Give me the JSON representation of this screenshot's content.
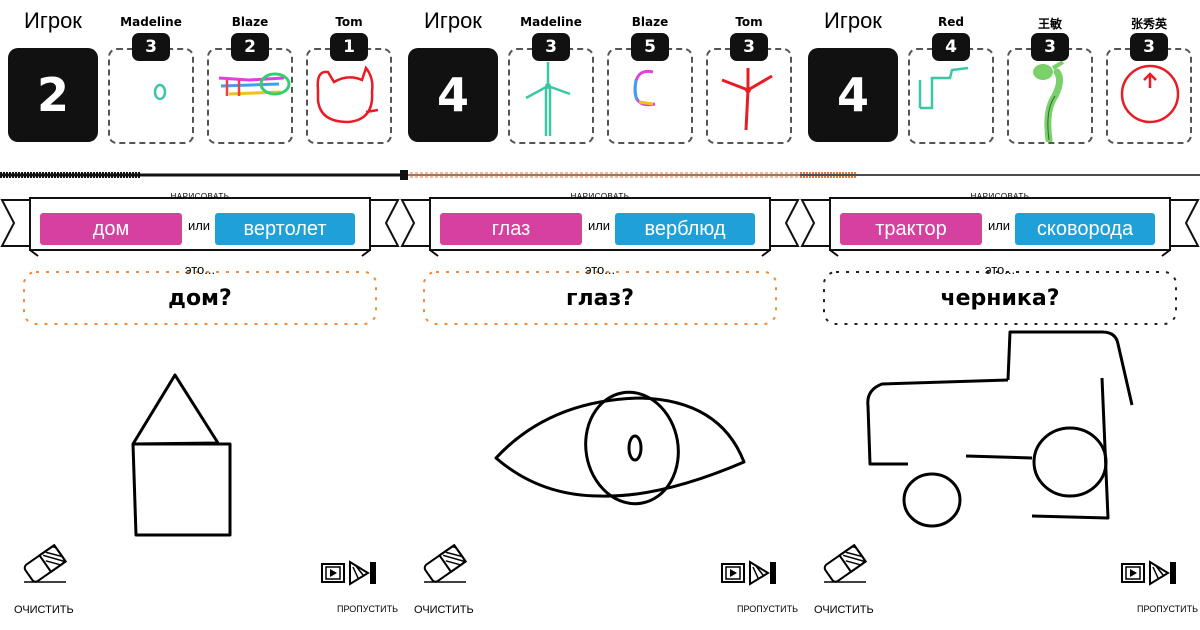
{
  "panels": [
    {
      "player_label": "Игрок",
      "score": "2",
      "opponents": [
        {
          "name": "Madeline",
          "score": "3"
        },
        {
          "name": "Blaze",
          "score": "2"
        },
        {
          "name": "Tom",
          "score": "1"
        }
      ],
      "draw_label": "НАРИСОВАТЬ",
      "word_a": "дом",
      "or_label": "или",
      "word_b": "вертолет",
      "guess_prefix": "это...",
      "guess": "дом?",
      "clear_label": "ОЧИСТИТЬ",
      "skip_label": "ПРОПУСТИТЬ",
      "guess_border_color": "#f08a3c"
    },
    {
      "player_label": "Игрок",
      "score": "4",
      "opponents": [
        {
          "name": "Madeline",
          "score": "3"
        },
        {
          "name": "Blaze",
          "score": "5"
        },
        {
          "name": "Tom",
          "score": "3"
        }
      ],
      "draw_label": "НАРИСОВАТЬ",
      "word_a": "глаз",
      "or_label": "или",
      "word_b": "верблюд",
      "guess_prefix": "это...",
      "guess": "глаз?",
      "clear_label": "ОЧИСТИТЬ",
      "skip_label": "ПРОПУСТИТЬ",
      "guess_border_color": "#f08a3c"
    },
    {
      "player_label": "Игрок",
      "score": "4",
      "opponents": [
        {
          "name": "Red",
          "score": "4"
        },
        {
          "name": "王敏",
          "score": "3"
        },
        {
          "name": "张秀英",
          "score": "3"
        }
      ],
      "draw_label": "НАРИСОВАТЬ",
      "word_a": "трактор",
      "or_label": "или",
      "word_b": "сковорода",
      "guess_prefix": "это...",
      "guess": "черника?",
      "clear_label": "ОЧИСТИТЬ",
      "skip_label": "ПРОПУСТИТЬ",
      "guess_border_color": "#222222"
    }
  ],
  "colors": {
    "word_a": "#d6409f",
    "word_b": "#1fa0d8",
    "timeline_orange": "#e8743b"
  }
}
